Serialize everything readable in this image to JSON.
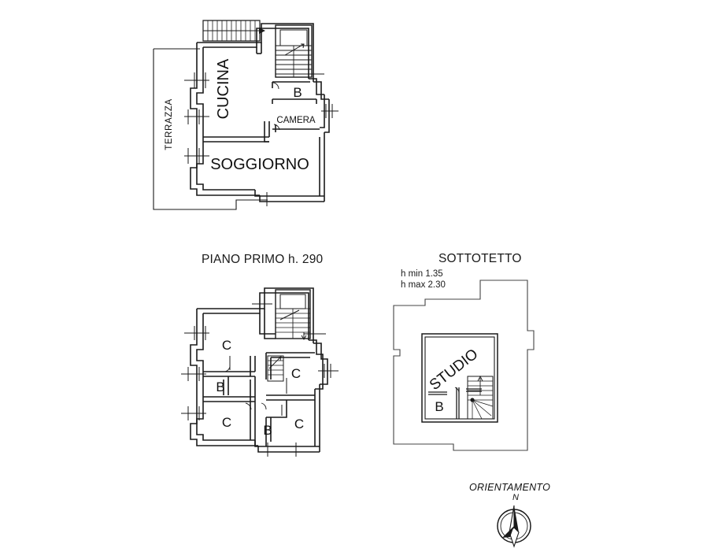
{
  "document": {
    "kind": "architectural-floor-plan",
    "language": "it",
    "background_color": "#ffffff",
    "line_color": "#1a1a1a"
  },
  "plans": [
    {
      "id": "piano-primo",
      "caption": "PIANO PRIMO h. 290",
      "rooms": [
        {
          "code": "TERRAZZA",
          "label": "TERRAZZA",
          "rotation": -90
        },
        {
          "code": "CUCINA",
          "label": "CUCINA",
          "rotation": -90
        },
        {
          "code": "SOGGIORNO",
          "label": "SOGGIORNO",
          "rotation": 0
        },
        {
          "code": "B",
          "label": "B",
          "rotation": 0
        },
        {
          "code": "CAMERA",
          "label": "CAMERA",
          "rotation": 0
        }
      ],
      "features": [
        "external-staircase",
        "internal-staircase",
        "windows",
        "doors"
      ]
    },
    {
      "id": "piano-secondo",
      "caption": "",
      "rooms": [
        {
          "code": "C1",
          "label": "C",
          "rotation": 0
        },
        {
          "code": "B1",
          "label": "B",
          "rotation": 0
        },
        {
          "code": "C2",
          "label": "C",
          "rotation": 0
        },
        {
          "code": "B2",
          "label": "B",
          "rotation": 0
        },
        {
          "code": "C3",
          "label": "C",
          "rotation": 0
        },
        {
          "code": "C4",
          "label": "C",
          "rotation": 0
        }
      ],
      "features": [
        "internal-staircase",
        "spiral-staircase",
        "windows",
        "doors"
      ]
    },
    {
      "id": "sottotetto",
      "caption": "SOTTOTETTO",
      "height_min_label": "h min  1.35",
      "height_max_label": "h max 2.30",
      "rooms": [
        {
          "code": "STUDIO",
          "label": "STUDIO",
          "rotation": -38
        },
        {
          "code": "B",
          "label": "B",
          "rotation": 0
        }
      ],
      "features": [
        "winder-staircase",
        "roof-outline"
      ]
    }
  ],
  "compass": {
    "title": "ORIENTAMENTO",
    "north_label": "N"
  }
}
